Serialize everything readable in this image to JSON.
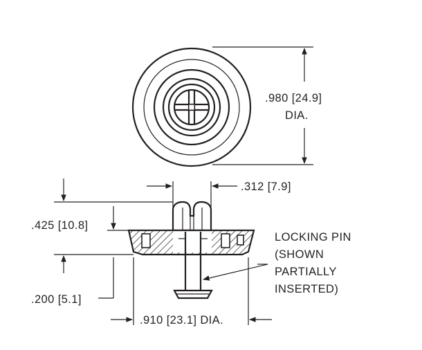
{
  "drawing": {
    "top_view": {
      "diameter_label": ".980 [24.9]",
      "diameter_suffix": "DIA."
    },
    "side_view": {
      "pin_width_label": ".312 [7.9]",
      "height_label": ".425 [10.8]",
      "bottom_label": ".200 [5.1]",
      "base_diameter_label": ".910 [23.1] DIA."
    },
    "callout": {
      "lines": [
        "LOCKING PIN",
        "(SHOWN",
        "PARTIALLY",
        "INSERTED)"
      ]
    }
  }
}
